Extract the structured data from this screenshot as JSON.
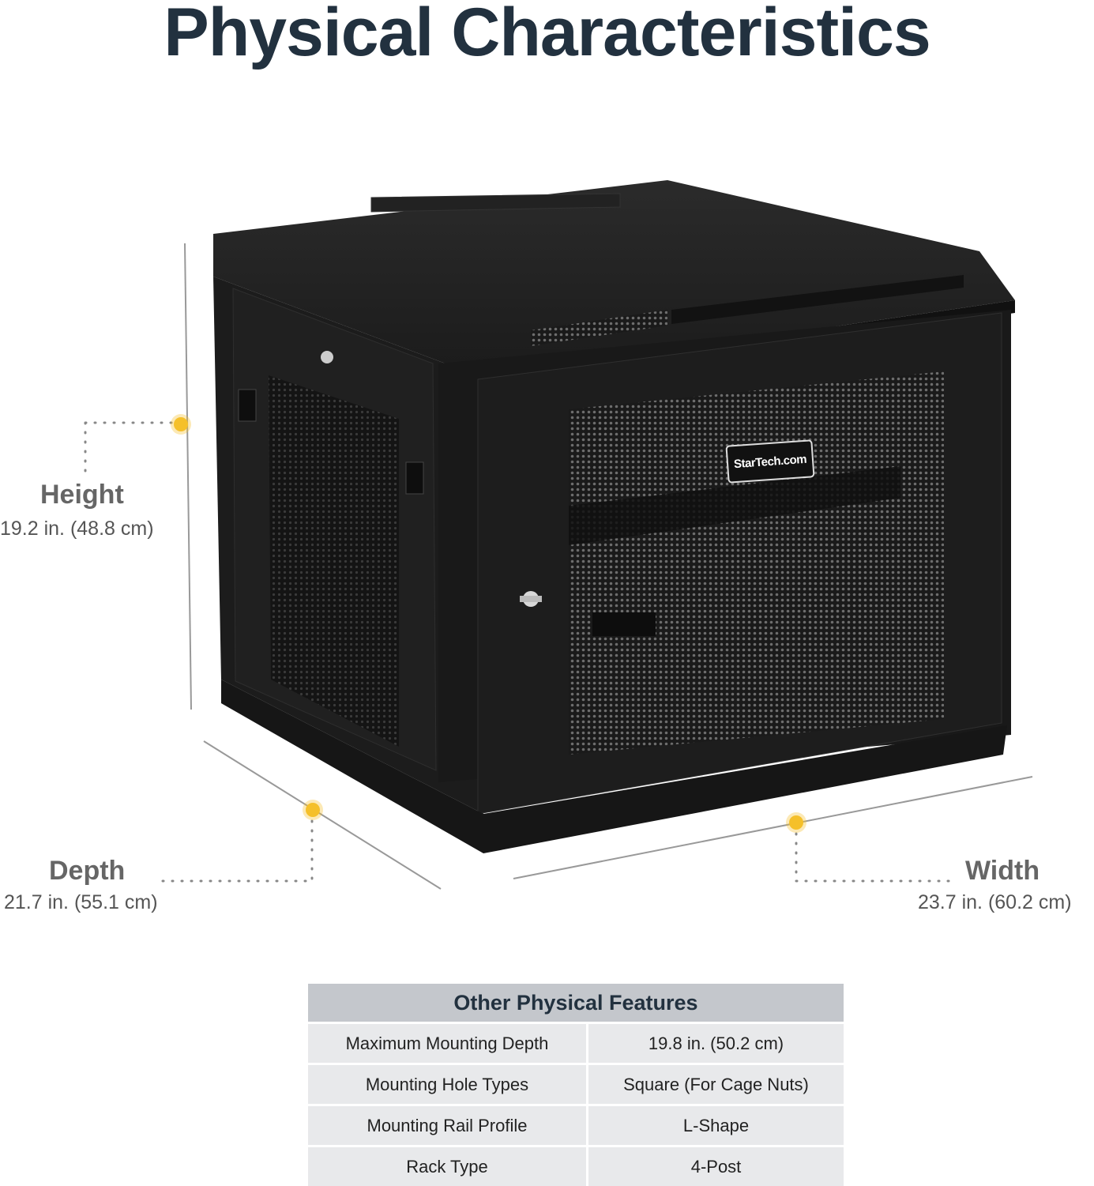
{
  "title": "Physical Characteristics",
  "product": {
    "brand_logo": "StarTech.com",
    "image": "black-wall-mount-server-rack-cabinet"
  },
  "dimensions": {
    "height": {
      "label": "Height",
      "value": "19.2 in. (48.8 cm)"
    },
    "depth": {
      "label": "Depth",
      "value": "21.7 in. (55.1 cm)"
    },
    "width": {
      "label": "Width",
      "value": "23.7 in. (60.2 cm)"
    }
  },
  "features_table": {
    "header": "Other Physical Features",
    "rows": [
      {
        "name": "Maximum Mounting Depth",
        "value": "19.8 in. (50.2 cm)"
      },
      {
        "name": "Mounting Hole Types",
        "value": "Square (For Cage Nuts)"
      },
      {
        "name": "Mounting Rail Profile",
        "value": "L-Shape"
      },
      {
        "name": "Rack Type",
        "value": "4-Post"
      }
    ]
  },
  "colors": {
    "title": "#22313f",
    "marker": "#f5c02a",
    "table_header": "#c4c7cc",
    "table_cell": "#e8e9eb"
  }
}
